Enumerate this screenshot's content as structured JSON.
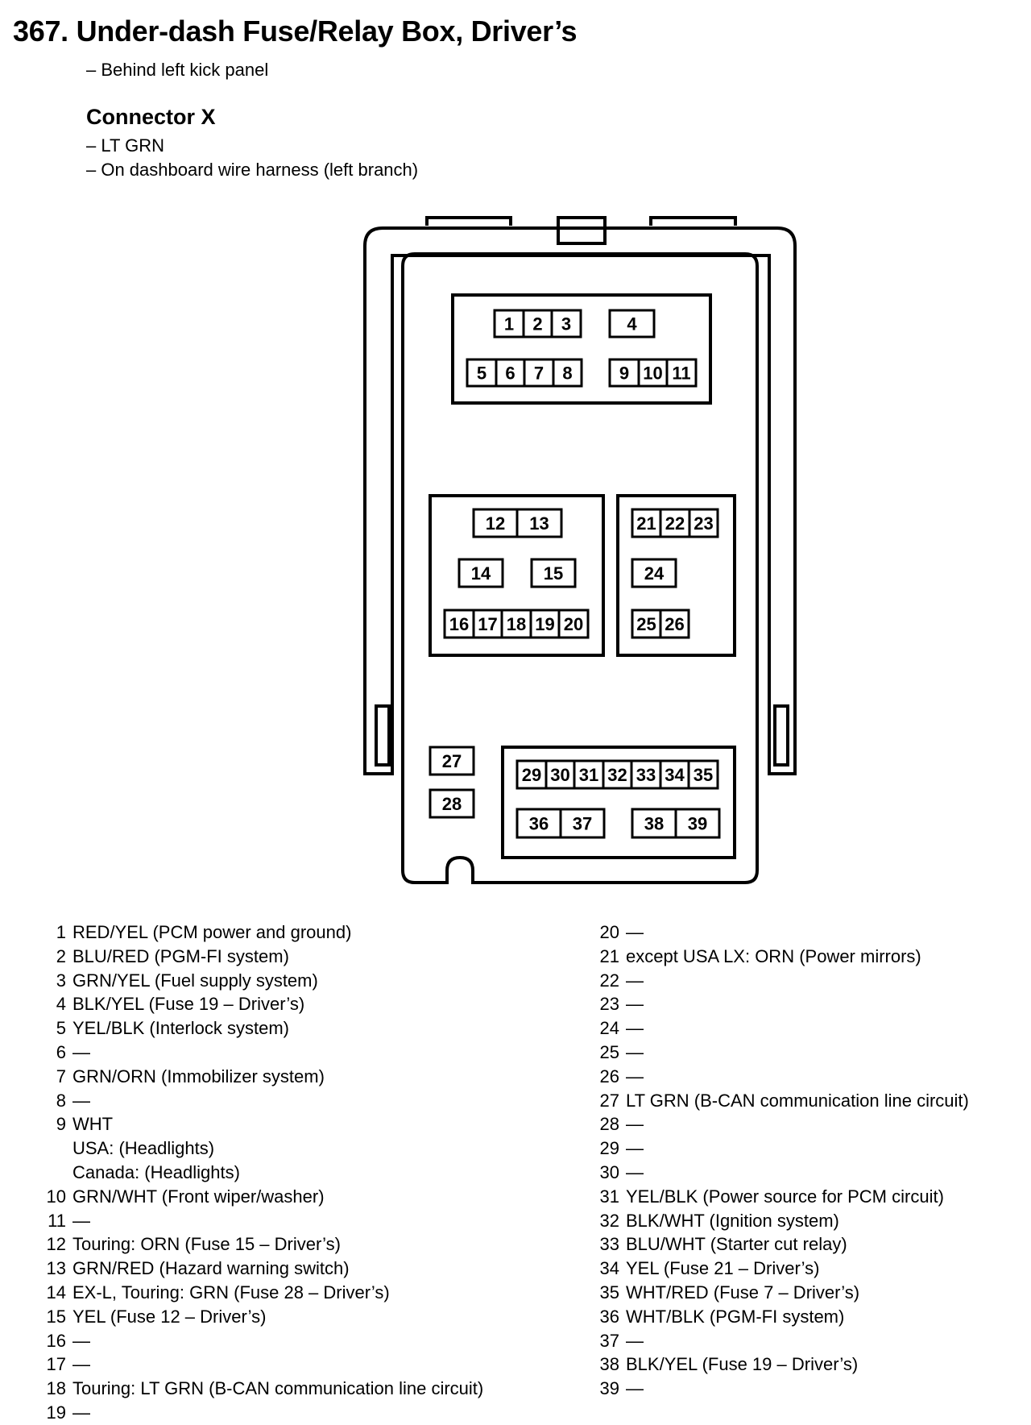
{
  "title": "367. Under-dash Fuse/Relay Box, Driver’s",
  "location": "– Behind left kick panel",
  "connector": {
    "name": "Connector X",
    "notes": [
      "– LT GRN",
      "– On dashboard wire harness (left branch)"
    ]
  },
  "diagram": {
    "pin_labels": [
      "1",
      "2",
      "3",
      "4",
      "5",
      "6",
      "7",
      "8",
      "9",
      "10",
      "11",
      "12",
      "13",
      "14",
      "15",
      "16",
      "17",
      "18",
      "19",
      "20",
      "21",
      "22",
      "23",
      "24",
      "25",
      "26",
      "27",
      "28",
      "29",
      "30",
      "31",
      "32",
      "33",
      "34",
      "35",
      "36",
      "37",
      "38",
      "39"
    ]
  },
  "pins_left": [
    {
      "num": "1",
      "desc": "RED/YEL (PCM power and ground)"
    },
    {
      "num": "2",
      "desc": "BLU/RED (PGM-FI system)"
    },
    {
      "num": "3",
      "desc": "GRN/YEL (Fuel supply system)"
    },
    {
      "num": "4",
      "desc": "BLK/YEL (Fuse 19 – Driver’s)"
    },
    {
      "num": "5",
      "desc": "YEL/BLK (Interlock system)"
    },
    {
      "num": "6",
      "desc": "—"
    },
    {
      "num": "7",
      "desc": "GRN/ORN (Immobilizer system)"
    },
    {
      "num": "8",
      "desc": "—"
    },
    {
      "num": "9",
      "desc": "WHT",
      "sub": [
        "USA: (Headlights)",
        "Canada: (Headlights)"
      ]
    },
    {
      "num": "10",
      "desc": "GRN/WHT  (Front wiper/washer)"
    },
    {
      "num": "11",
      "desc": "—"
    },
    {
      "num": "12",
      "desc": "Touring: ORN (Fuse 15 – Driver’s)"
    },
    {
      "num": "13",
      "desc": "GRN/RED (Hazard warning switch)"
    },
    {
      "num": "14",
      "desc": "EX-L, Touring: GRN (Fuse 28 – Driver’s)"
    },
    {
      "num": "15",
      "desc": "YEL (Fuse 12 – Driver’s)"
    },
    {
      "num": "16",
      "desc": "—"
    },
    {
      "num": "17",
      "desc": "—"
    },
    {
      "num": "18",
      "desc": "Touring: LT GRN (B-CAN communication line circuit)"
    },
    {
      "num": "19",
      "desc": "—"
    }
  ],
  "pins_right": [
    {
      "num": "20",
      "desc": "—"
    },
    {
      "num": "21",
      "desc": "except USA LX: ORN (Power mirrors)"
    },
    {
      "num": "22",
      "desc": "—"
    },
    {
      "num": "23",
      "desc": "—"
    },
    {
      "num": "24",
      "desc": "—"
    },
    {
      "num": "25",
      "desc": "—"
    },
    {
      "num": "26",
      "desc": "—"
    },
    {
      "num": "27",
      "desc": "LT GRN (B-CAN communication line circuit)"
    },
    {
      "num": "28",
      "desc": "—"
    },
    {
      "num": "29",
      "desc": "—"
    },
    {
      "num": "30",
      "desc": "—"
    },
    {
      "num": "31",
      "desc": "YEL/BLK (Power source for PCM circuit)"
    },
    {
      "num": "32",
      "desc": "BLK/WHT (Ignition system)"
    },
    {
      "num": "33",
      "desc": "BLU/WHT (Starter cut relay)"
    },
    {
      "num": "34",
      "desc": "YEL (Fuse 21 – Driver’s)"
    },
    {
      "num": "35",
      "desc": "WHT/RED (Fuse 7 – Driver’s)"
    },
    {
      "num": "36",
      "desc": "WHT/BLK (PGM-FI system)"
    },
    {
      "num": "37",
      "desc": "—"
    },
    {
      "num": "38",
      "desc": "BLK/YEL (Fuse 19 – Driver’s)"
    },
    {
      "num": "39",
      "desc": "—"
    }
  ]
}
